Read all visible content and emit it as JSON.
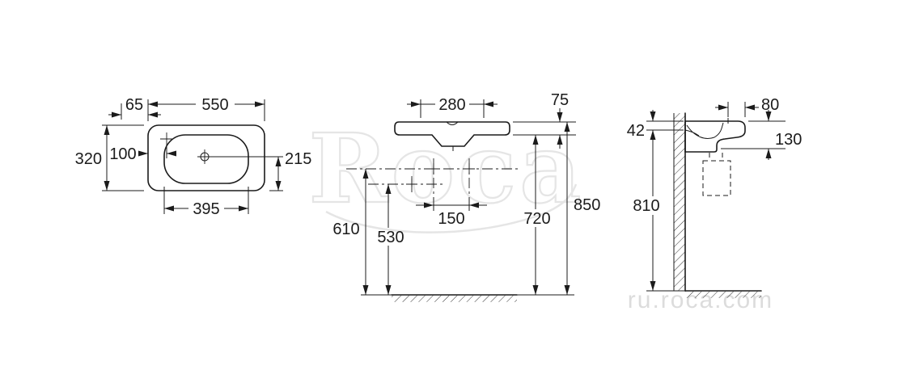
{
  "watermark": {
    "brand": "Roca",
    "site": "ru.roca.com"
  },
  "top_view": {
    "d550": "550",
    "d65": "65",
    "d100": "100",
    "d320": "320",
    "d215": "215",
    "d395": "395"
  },
  "front_view": {
    "d280": "280",
    "d75": "75",
    "d150": "150",
    "d610": "610",
    "d530": "530",
    "d720": "720",
    "d850": "850"
  },
  "side_view": {
    "d42": "42",
    "d80": "80",
    "d130": "130",
    "d810": "810"
  },
  "colors": {
    "line": "#1b1b1b",
    "watermark_outline": "#e5e5e5",
    "watermark_text": "#dcdcdc",
    "background": "#ffffff"
  }
}
